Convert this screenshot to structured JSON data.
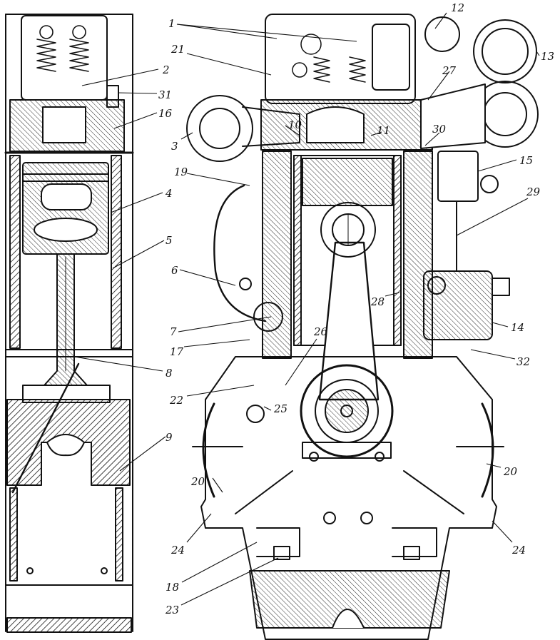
{
  "drawing": {
    "subject": "diesel engine cross-section",
    "ink_color": "#111111",
    "paper_color": "#ffffff"
  },
  "callouts": {
    "c1": "1",
    "c2": "2",
    "c3": "3",
    "c4": "4",
    "c5": "5",
    "c6": "6",
    "c7": "7",
    "c8": "8",
    "c9": "9",
    "c10": "10",
    "c11": "11",
    "c12": "12",
    "c13": "13",
    "c14": "14",
    "c15": "15",
    "c16": "16",
    "c17": "17",
    "c18": "18",
    "c19": "19",
    "c20l": "20",
    "c20r": "20",
    "c21": "21",
    "c22": "22",
    "c23": "23",
    "c24l": "24",
    "c24r": "24",
    "c25": "25",
    "c26": "26",
    "c27": "27",
    "c28": "28",
    "c29": "29",
    "c30": "30",
    "c31": "31",
    "c32": "32"
  }
}
